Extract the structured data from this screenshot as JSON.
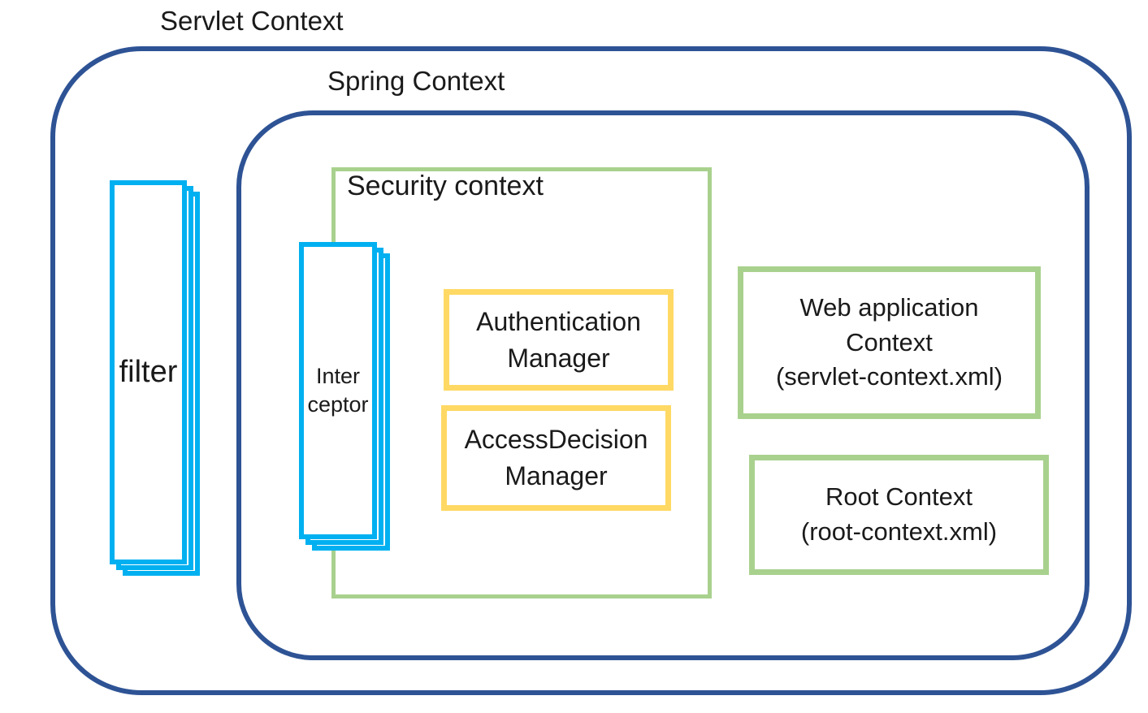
{
  "diagram": {
    "servlet_context": {
      "label": "Servlet Context"
    },
    "spring_context": {
      "label": "Spring Context"
    },
    "security_context": {
      "label": "Security context"
    },
    "filter_stack": {
      "label": "filter",
      "page_count": 3
    },
    "interceptor_stack": {
      "label": "Inter\nceptor",
      "page_count": 3
    },
    "authentication_manager": {
      "label": "Authentication\nManager"
    },
    "access_decision_manager": {
      "label": "AccessDecision\nManager"
    },
    "web_application_context": {
      "label": "Web application\nContext\n(servlet-context.xml)"
    },
    "root_context": {
      "label": "Root Context\n(root-context.xml)"
    },
    "colors": {
      "boundary_navy": "#2e5395",
      "stack_cyan": "#00b0f0",
      "context_green": "#a9d18e",
      "manager_yellow": "#ffd964",
      "text": "#1a1a1a",
      "background": "#ffffff"
    }
  }
}
